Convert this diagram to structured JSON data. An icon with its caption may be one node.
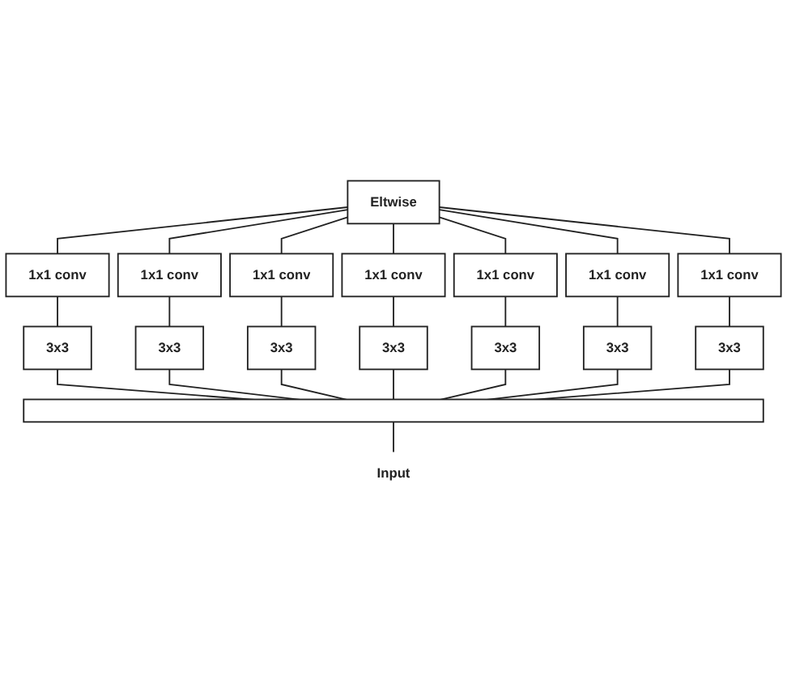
{
  "diagram": {
    "nodes": [
      {
        "text": [
          "Eltwise"
        ]
      },
      {
        "text": [
          "1x1 conv"
        ]
      },
      {
        "text": [
          "1x1 conv"
        ]
      },
      {
        "text": [
          "1x1 conv"
        ]
      },
      {
        "text": [
          "1x1 conv"
        ]
      },
      {
        "text": [
          "1x1 conv"
        ]
      },
      {
        "text": [
          "1x1 conv"
        ]
      },
      {
        "text": [
          "1x1 conv"
        ]
      },
      {
        "text": [
          "3x3"
        ]
      },
      {
        "text": [
          "3x3"
        ]
      },
      {
        "text": [
          "3x3"
        ]
      },
      {
        "text": [
          "3x3"
        ]
      },
      {
        "text": [
          "3x3"
        ]
      },
      {
        "text": [
          "3x3"
        ]
      },
      {
        "text": [
          "3x3"
        ]
      },
      {
        "text": [],
        "shape": "bar"
      },
      {
        "text": [
          "Input"
        ]
      }
    ],
    "edges": [
      {
        "from": 16,
        "to": 15,
        "arrow": "none"
      },
      {
        "from": 15,
        "to": 8,
        "arrow": "none"
      },
      {
        "from": 15,
        "to": 9,
        "arrow": "none"
      },
      {
        "from": 15,
        "to": 10,
        "arrow": "none"
      },
      {
        "from": 15,
        "to": 11,
        "arrow": "none"
      },
      {
        "from": 15,
        "to": 12,
        "arrow": "none"
      },
      {
        "from": 15,
        "to": 13,
        "arrow": "none"
      },
      {
        "from": 15,
        "to": 14,
        "arrow": "none"
      },
      {
        "from": 8,
        "to": 1,
        "arrow": "none"
      },
      {
        "from": 9,
        "to": 2,
        "arrow": "none"
      },
      {
        "from": 10,
        "to": 3,
        "arrow": "none"
      },
      {
        "from": 11,
        "to": 4,
        "arrow": "none"
      },
      {
        "from": 12,
        "to": 5,
        "arrow": "none"
      },
      {
        "from": 13,
        "to": 6,
        "arrow": "none"
      },
      {
        "from": 14,
        "to": 7,
        "arrow": "none"
      },
      {
        "from": 1,
        "to": 0,
        "arrow": "none"
      },
      {
        "from": 2,
        "to": 0,
        "arrow": "none"
      },
      {
        "from": 3,
        "to": 0,
        "arrow": "none"
      },
      {
        "from": 4,
        "to": 0,
        "arrow": "none"
      },
      {
        "from": 5,
        "to": 0,
        "arrow": "none"
      },
      {
        "from": 6,
        "to": 0,
        "arrow": "none"
      },
      {
        "from": 7,
        "to": 0,
        "arrow": "none"
      }
    ]
  }
}
